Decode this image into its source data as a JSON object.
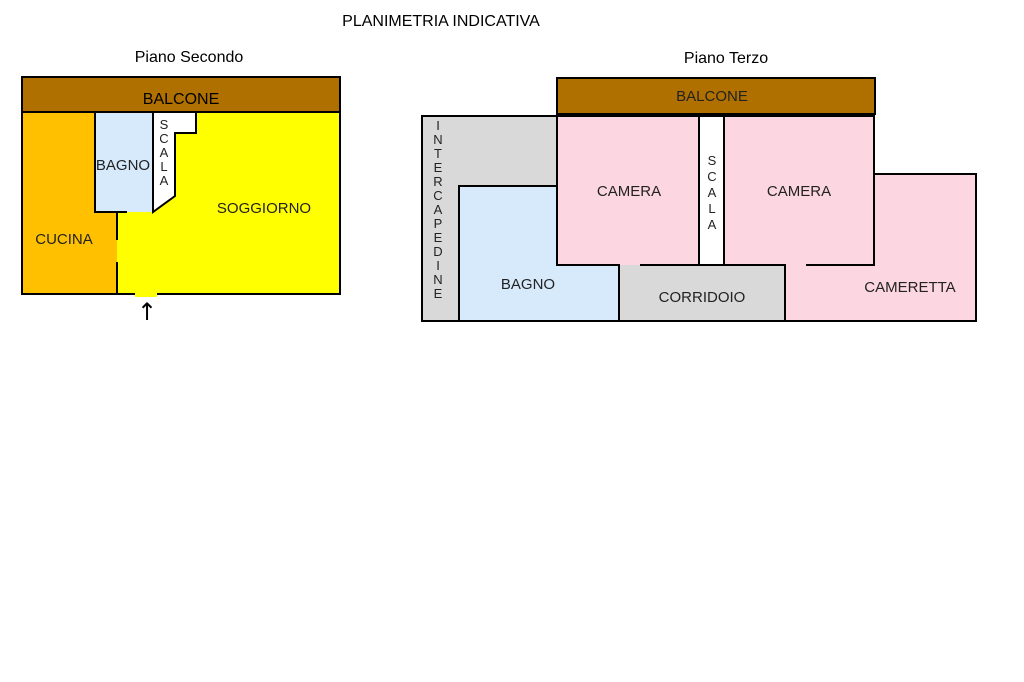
{
  "title": "PLANIMETRIA INDICATIVA",
  "floors": {
    "secondo": {
      "label": "Piano Secondo",
      "rooms": {
        "balcone": "BALCONE",
        "cucina": "CUCINA",
        "bagno": "BAGNO",
        "scala": "SCALA",
        "soggiorno": "SOGGIORNO"
      },
      "entrance_arrow": "↑"
    },
    "terzo": {
      "label": "Piano Terzo",
      "rooms": {
        "balcone": "BALCONE",
        "intercapedine": "INTERCAPEDINE",
        "camera_left": "CAMERA",
        "scala": "SCALA",
        "camera_right": "CAMERA",
        "bagno": "BAGNO",
        "corridoio": "CORRIDOIO",
        "cameretta": "CAMERETTA"
      }
    }
  },
  "colors": {
    "balcone": "#B07000",
    "cucina": "#FFC000",
    "soggiorno": "#FFFF00",
    "bagno": "#D6EAFC",
    "camera": "#FCD6E0",
    "corridoio": "#D9D9D9",
    "intercapedine": "#D9D9D9",
    "scala": "#FFFFFF"
  }
}
